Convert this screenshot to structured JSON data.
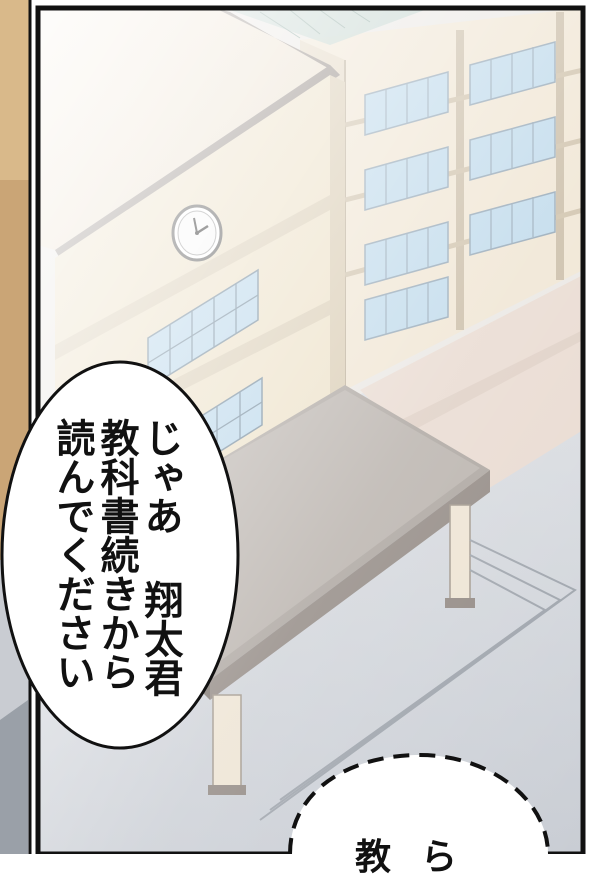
{
  "speech_bubble": {
    "lines": [
      "じゃあ 翔太君",
      "教科書続きから",
      "読んでください"
    ]
  },
  "partial_bubble": {
    "text": "教ら"
  },
  "clock": {
    "icon": "wall-clock-icon"
  },
  "colors": {
    "wall": "#eadfc8",
    "roof": "#8f8680",
    "window": "#b8d6ea",
    "ground": "#d4d8de",
    "bubble_fill": "#ffffff",
    "ink": "#111111"
  }
}
